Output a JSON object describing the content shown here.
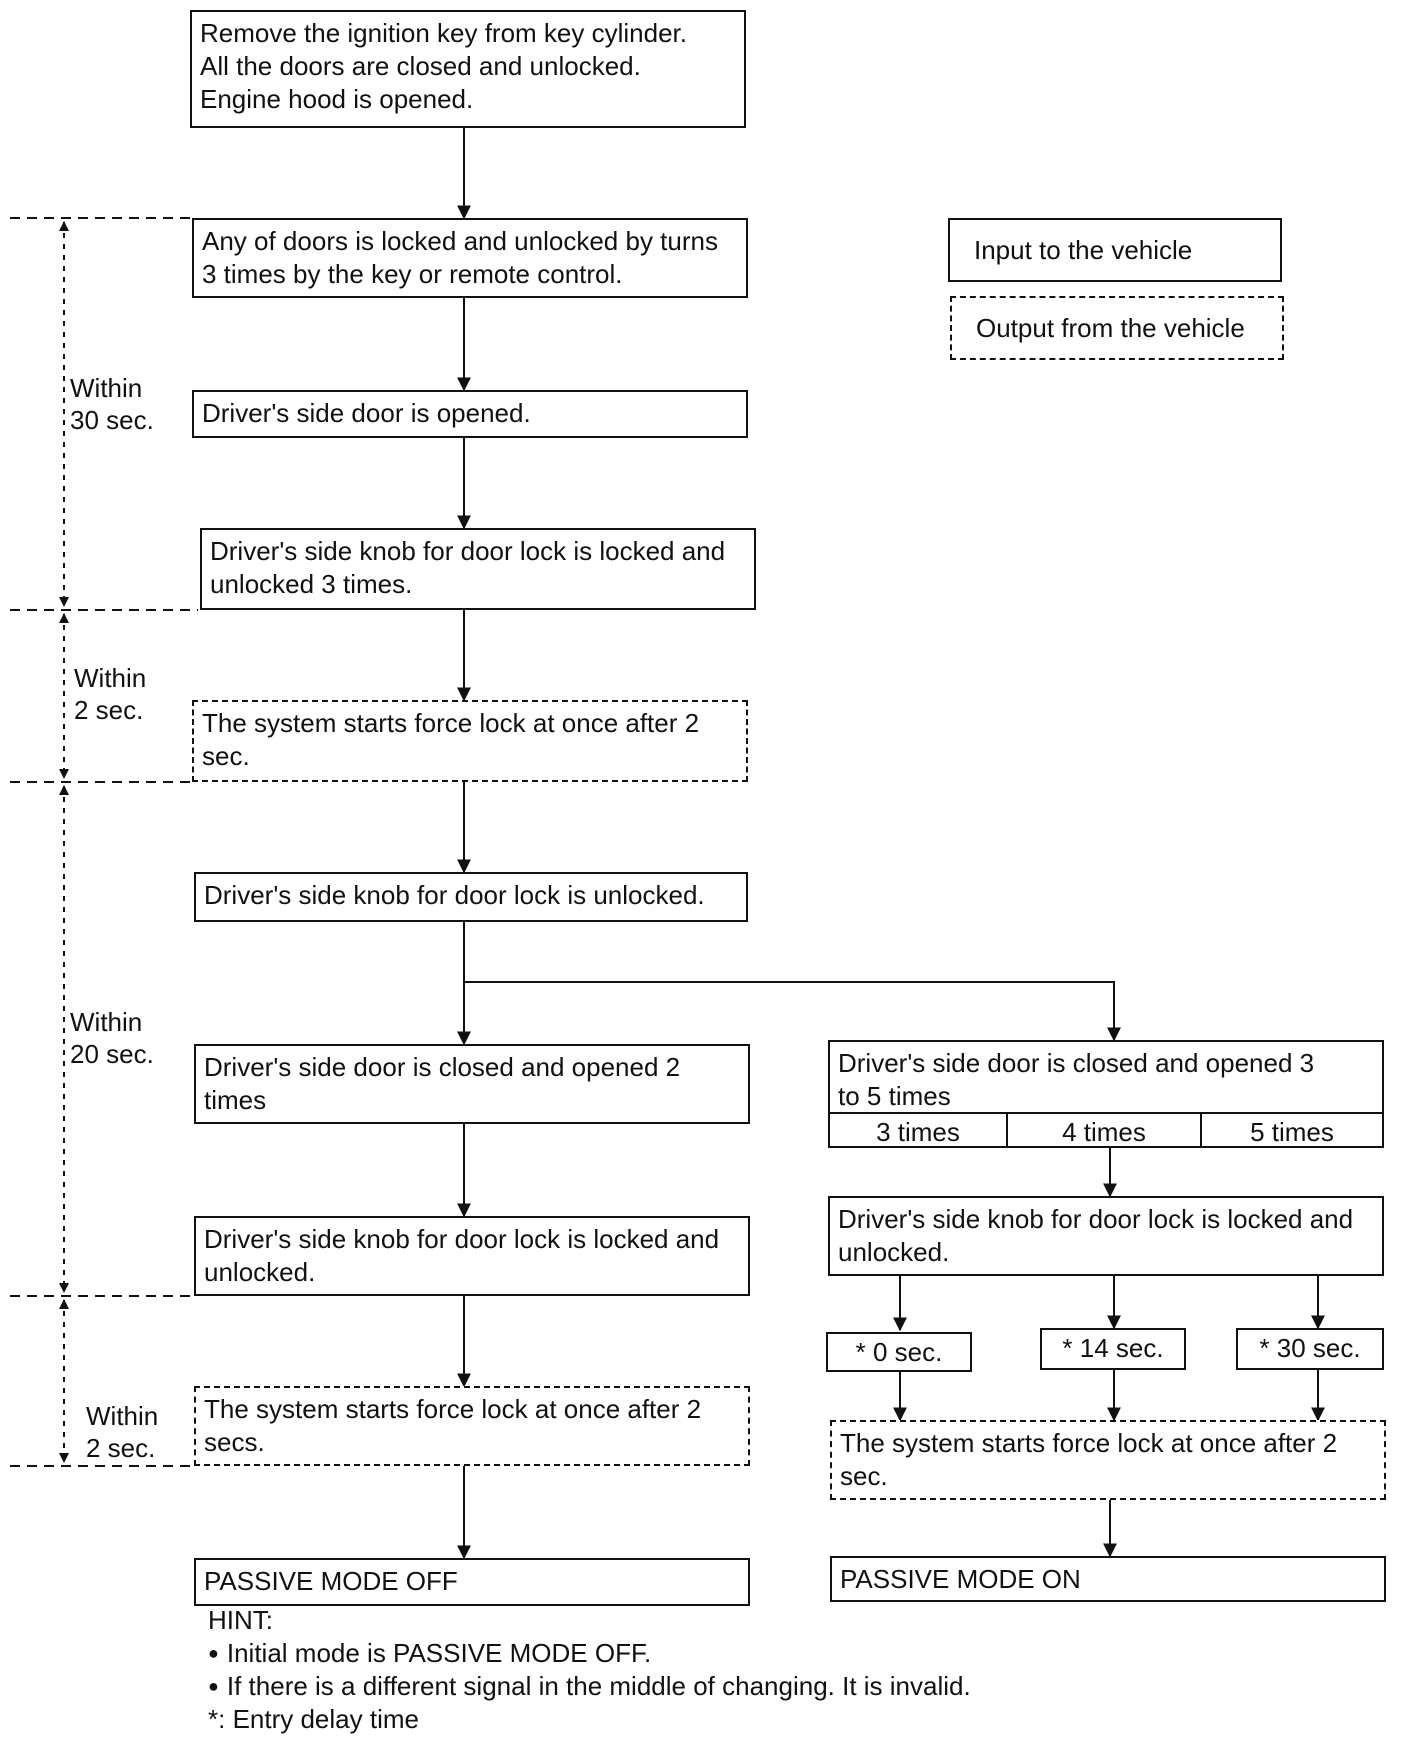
{
  "steps": {
    "s1": "Remove the ignition key from key cylinder.\nAll the doors are closed  and unlocked.\nEngine hood is opened.",
    "s2": "Any of doors is locked and unlocked by turns\n3 times by the key or remote control.",
    "s3": "Driver's side door is opened.",
    "s4": "Driver's side knob for door lock is locked and\nunlocked 3 times.",
    "s5": "The system starts force lock at once after 2\nsec.",
    "s6": "Driver's side knob for door lock is unlocked.",
    "s7": "Driver's side door is closed and opened 2\ntimes",
    "s8": "Driver's side knob for door lock is locked and\nunlocked.",
    "s9": "The system starts force lock at once after 2\nsecs.",
    "s10": "PASSIVE MODE OFF",
    "r1": "Driver's side door is closed and opened 3\nto 5 times",
    "r2": "Driver's side knob for door lock is locked and\nunlocked.",
    "r3": "The system starts force lock at once after 2\nsec.",
    "r4": "PASSIVE MODE ON"
  },
  "times": [
    "3 times",
    "4 times",
    "5 times"
  ],
  "delays": [
    "* 0 sec.",
    "* 14 sec.",
    "* 30 sec."
  ],
  "legend": {
    "input": "Input to the vehicle",
    "output": "Output from the vehicle"
  },
  "intervals": [
    "Within\n30 sec.",
    "Within\n2 sec.",
    "Within\n20 sec.",
    "Within\n2 sec."
  ],
  "hint": {
    "title": "HINT:",
    "items": [
      "Initial mode is PASSIVE MODE OFF.",
      "If there is a different signal in the middle of changing. It is invalid."
    ],
    "footnote": "*: Entry delay time"
  }
}
